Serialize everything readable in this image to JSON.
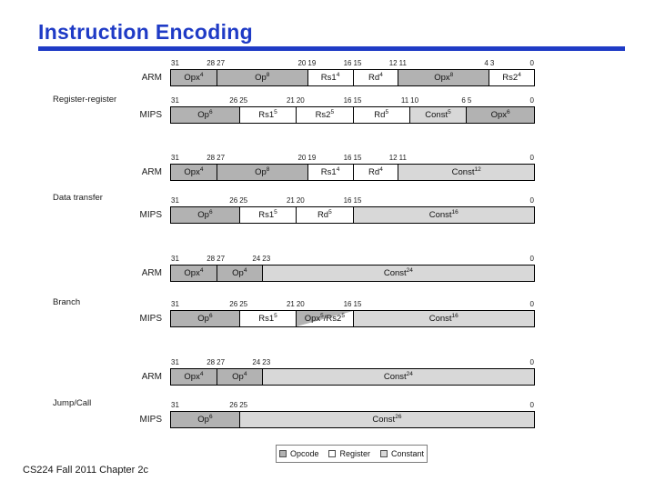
{
  "title": {
    "text": "Instruction Encoding"
  },
  "footer": {
    "text": "CS224 Fall 2011 Chapter 2c"
  },
  "colors": {
    "accent_blue": "#1f3bc6",
    "opcode": "#b2b2b2",
    "register": "#ffffff",
    "constant": "#d8d8d8"
  },
  "legend": {
    "items": [
      {
        "label": "Opcode",
        "type": "opcode"
      },
      {
        "label": "Register",
        "type": "register"
      },
      {
        "label": "Constant",
        "type": "constant"
      }
    ]
  },
  "groups": [
    {
      "label": "Register-register",
      "rows": [
        {
          "arch": "ARM",
          "fields": [
            {
              "parts": [
                {
                  "text": "Opx",
                  "sup": "4"
                }
              ],
              "hi": 31,
              "lo": 28,
              "type": "opcode"
            },
            {
              "parts": [
                {
                  "text": "Op",
                  "sup": "8"
                }
              ],
              "hi": 27,
              "lo": 20,
              "type": "opcode"
            },
            {
              "parts": [
                {
                  "text": "Rs1",
                  "sup": "4"
                }
              ],
              "hi": 19,
              "lo": 16,
              "type": "register"
            },
            {
              "parts": [
                {
                  "text": "Rd",
                  "sup": "4"
                }
              ],
              "hi": 15,
              "lo": 12,
              "type": "register"
            },
            {
              "parts": [
                {
                  "text": "Opx",
                  "sup": "8"
                }
              ],
              "hi": 11,
              "lo": 4,
              "type": "opcode"
            },
            {
              "parts": [
                {
                  "text": "Rs2",
                  "sup": "4"
                }
              ],
              "hi": 3,
              "lo": 0,
              "type": "register"
            }
          ]
        },
        {
          "arch": "MIPS",
          "fields": [
            {
              "parts": [
                {
                  "text": "Op",
                  "sup": "6"
                }
              ],
              "hi": 31,
              "lo": 26,
              "type": "opcode"
            },
            {
              "parts": [
                {
                  "text": "Rs1",
                  "sup": "5"
                }
              ],
              "hi": 25,
              "lo": 21,
              "type": "register"
            },
            {
              "parts": [
                {
                  "text": "Rs2",
                  "sup": "5"
                }
              ],
              "hi": 20,
              "lo": 16,
              "type": "register"
            },
            {
              "parts": [
                {
                  "text": "Rd",
                  "sup": "5"
                }
              ],
              "hi": 15,
              "lo": 11,
              "type": "register"
            },
            {
              "parts": [
                {
                  "text": "Const",
                  "sup": "5"
                }
              ],
              "hi": 10,
              "lo": 6,
              "type": "constant"
            },
            {
              "parts": [
                {
                  "text": "Opx",
                  "sup": "6"
                }
              ],
              "hi": 5,
              "lo": 0,
              "type": "opcode"
            }
          ]
        }
      ]
    },
    {
      "label": "Data transfer",
      "rows": [
        {
          "arch": "ARM",
          "fields": [
            {
              "parts": [
                {
                  "text": "Opx",
                  "sup": "4"
                }
              ],
              "hi": 31,
              "lo": 28,
              "type": "opcode"
            },
            {
              "parts": [
                {
                  "text": "Op",
                  "sup": "8"
                }
              ],
              "hi": 27,
              "lo": 20,
              "type": "opcode"
            },
            {
              "parts": [
                {
                  "text": "Rs1",
                  "sup": "4"
                }
              ],
              "hi": 19,
              "lo": 16,
              "type": "register"
            },
            {
              "parts": [
                {
                  "text": "Rd",
                  "sup": "4"
                }
              ],
              "hi": 15,
              "lo": 12,
              "type": "register"
            },
            {
              "parts": [
                {
                  "text": "Const",
                  "sup": "12"
                }
              ],
              "hi": 11,
              "lo": 0,
              "type": "constant"
            }
          ]
        },
        {
          "arch": "MIPS",
          "fields": [
            {
              "parts": [
                {
                  "text": "Op",
                  "sup": "6"
                }
              ],
              "hi": 31,
              "lo": 26,
              "type": "opcode"
            },
            {
              "parts": [
                {
                  "text": "Rs1",
                  "sup": "5"
                }
              ],
              "hi": 25,
              "lo": 21,
              "type": "register"
            },
            {
              "parts": [
                {
                  "text": "Rd",
                  "sup": "5"
                }
              ],
              "hi": 20,
              "lo": 16,
              "type": "register"
            },
            {
              "parts": [
                {
                  "text": "Const",
                  "sup": "16"
                }
              ],
              "hi": 15,
              "lo": 0,
              "type": "constant"
            }
          ]
        }
      ]
    },
    {
      "label": "Branch",
      "rows": [
        {
          "arch": "ARM",
          "fields": [
            {
              "parts": [
                {
                  "text": "Opx",
                  "sup": "4"
                }
              ],
              "hi": 31,
              "lo": 28,
              "type": "opcode"
            },
            {
              "parts": [
                {
                  "text": "Op",
                  "sup": "4"
                }
              ],
              "hi": 27,
              "lo": 24,
              "type": "opcode"
            },
            {
              "parts": [
                {
                  "text": "Const",
                  "sup": "24"
                }
              ],
              "hi": 23,
              "lo": 0,
              "type": "constant"
            }
          ]
        },
        {
          "arch": "MIPS",
          "fields": [
            {
              "parts": [
                {
                  "text": "Op",
                  "sup": "6"
                }
              ],
              "hi": 31,
              "lo": 26,
              "type": "opcode"
            },
            {
              "parts": [
                {
                  "text": "Rs1",
                  "sup": "5"
                }
              ],
              "hi": 25,
              "lo": 21,
              "type": "register"
            },
            {
              "parts": [
                {
                  "text": "Opx",
                  "sup": "5"
                },
                {
                  "text": "/Rs2",
                  "sup": "5"
                }
              ],
              "hi": 20,
              "lo": 16,
              "type": "split"
            },
            {
              "parts": [
                {
                  "text": "Const",
                  "sup": "16"
                }
              ],
              "hi": 15,
              "lo": 0,
              "type": "constant"
            }
          ]
        }
      ]
    },
    {
      "label": "Jump/Call",
      "rows": [
        {
          "arch": "ARM",
          "fields": [
            {
              "parts": [
                {
                  "text": "Opx",
                  "sup": "4"
                }
              ],
              "hi": 31,
              "lo": 28,
              "type": "opcode"
            },
            {
              "parts": [
                {
                  "text": "Op",
                  "sup": "4"
                }
              ],
              "hi": 27,
              "lo": 24,
              "type": "opcode"
            },
            {
              "parts": [
                {
                  "text": "Const",
                  "sup": "24"
                }
              ],
              "hi": 23,
              "lo": 0,
              "type": "constant"
            }
          ]
        },
        {
          "arch": "MIPS",
          "fields": [
            {
              "parts": [
                {
                  "text": "Op",
                  "sup": "6"
                }
              ],
              "hi": 31,
              "lo": 26,
              "type": "opcode"
            },
            {
              "parts": [
                {
                  "text": "Const",
                  "sup": "26"
                }
              ],
              "hi": 25,
              "lo": 0,
              "type": "constant"
            }
          ]
        }
      ]
    }
  ]
}
